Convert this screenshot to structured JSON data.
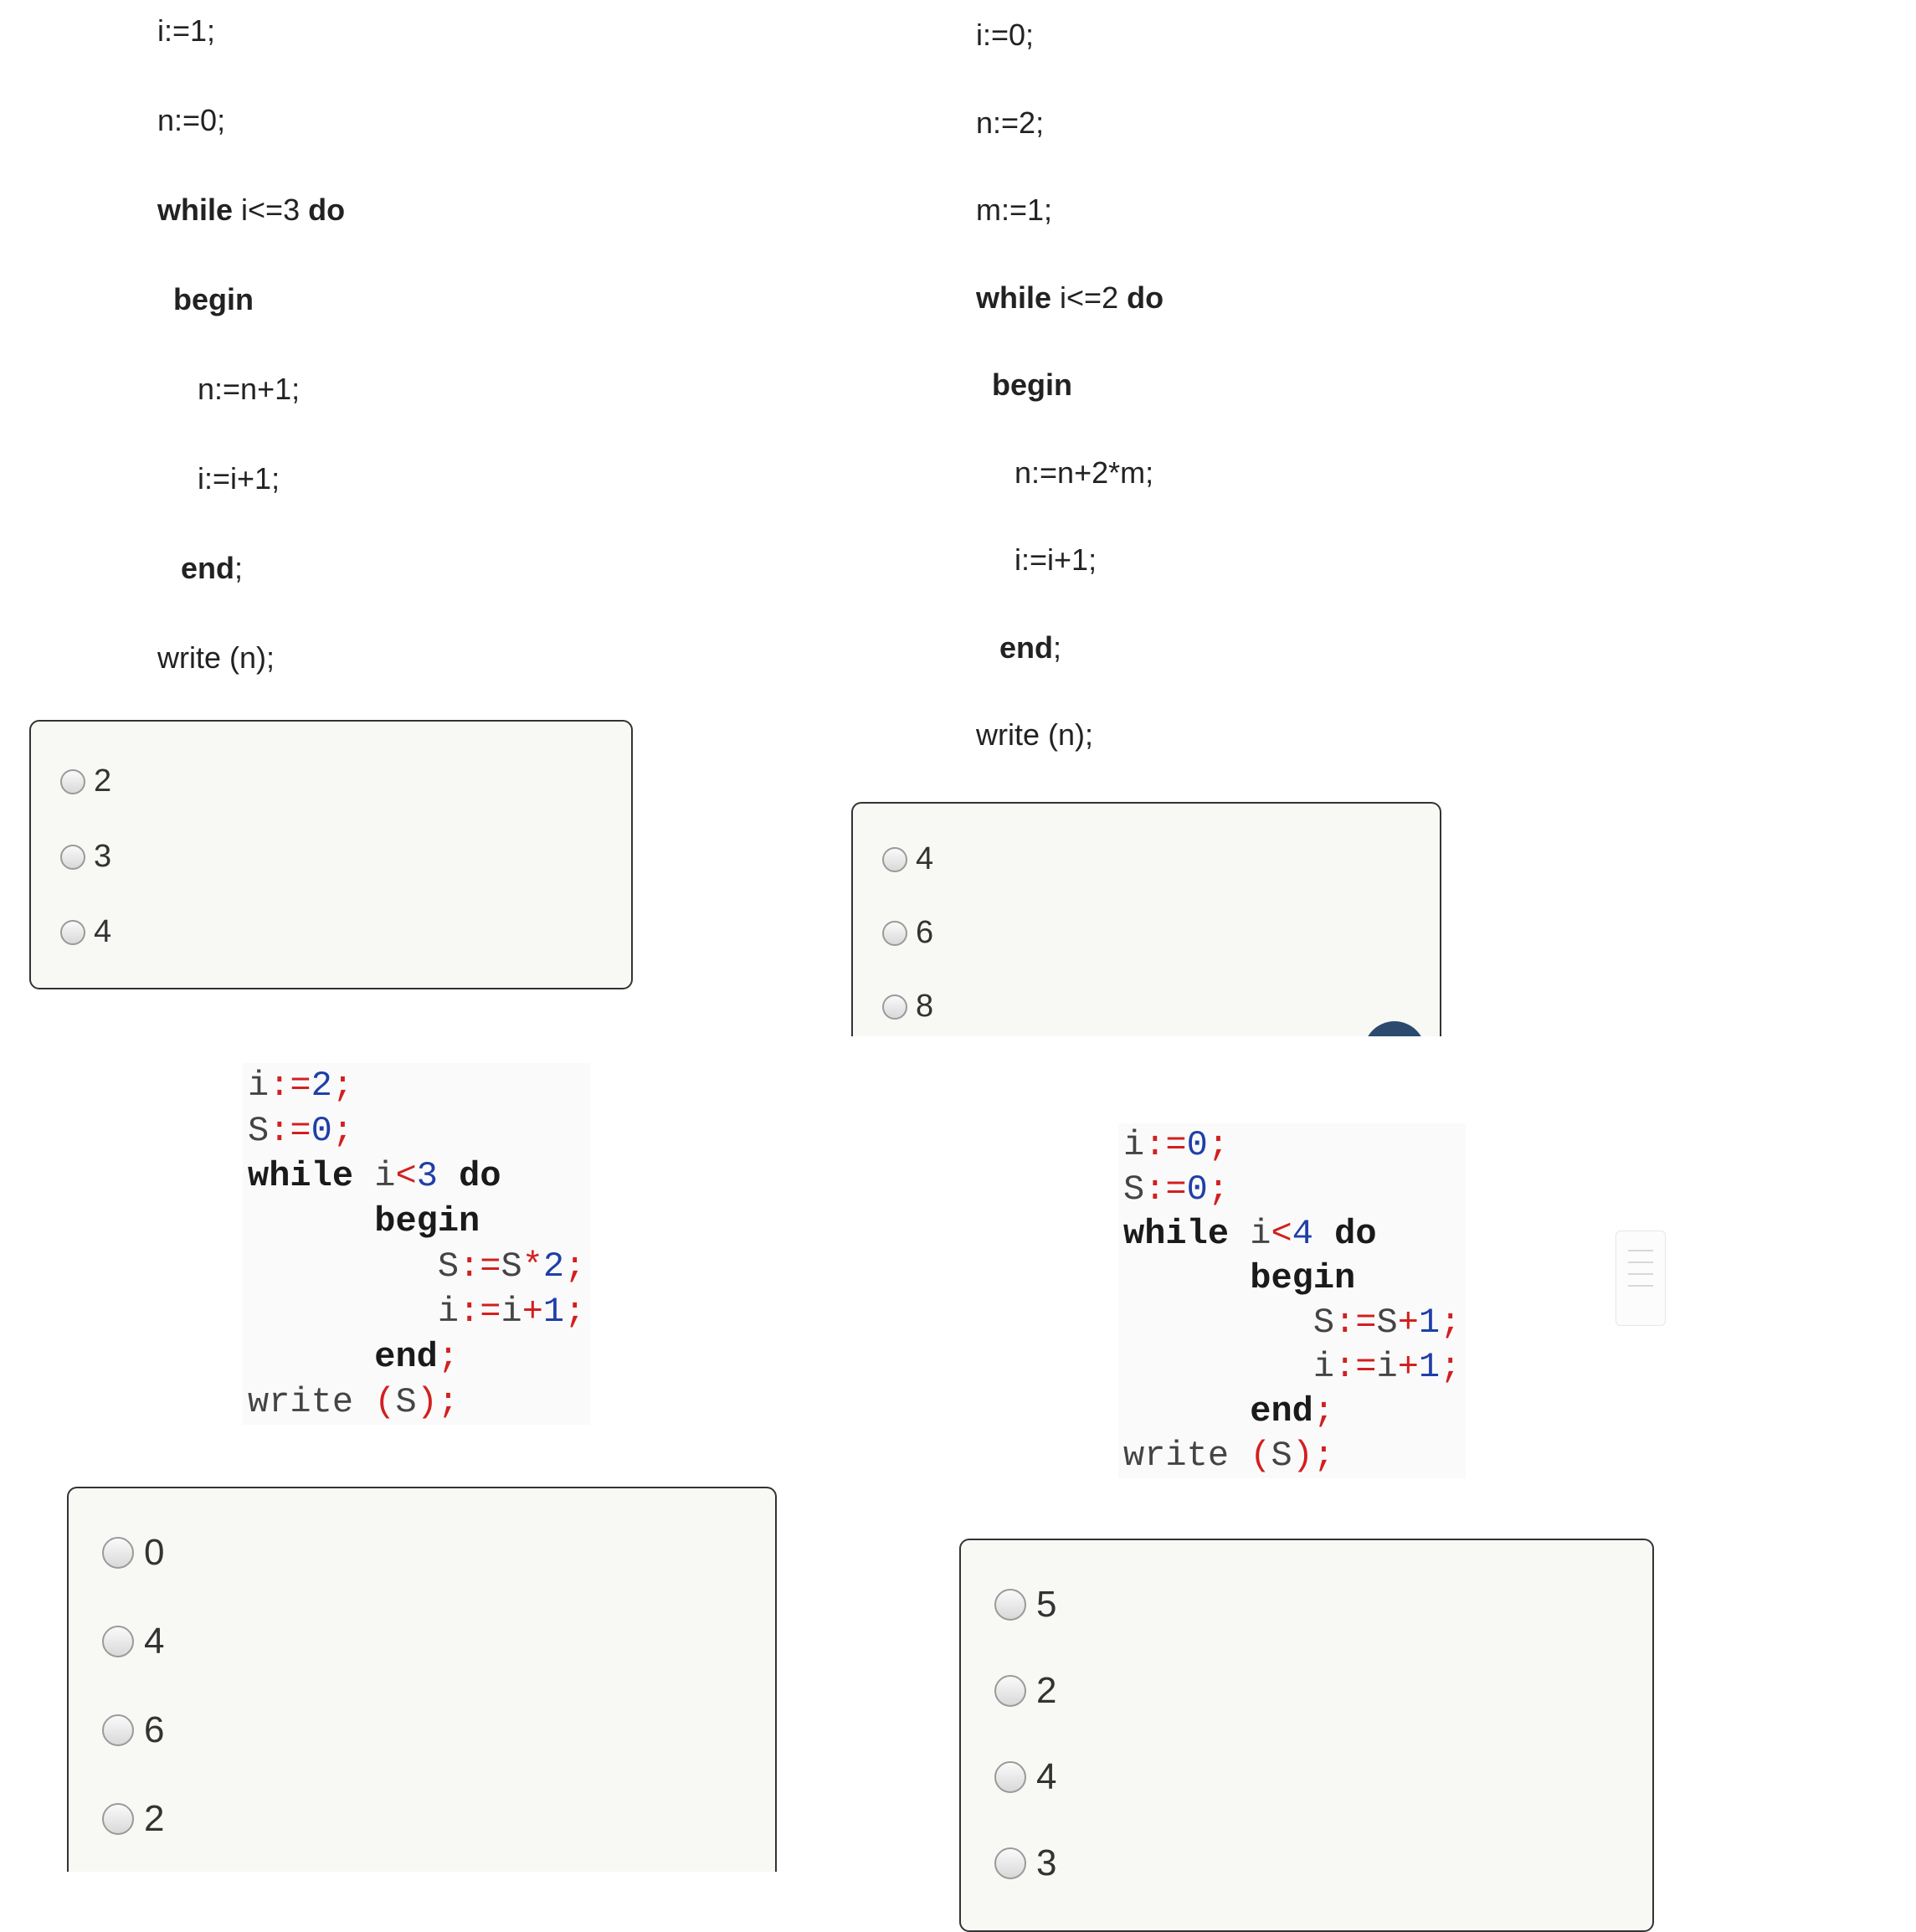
{
  "q1": {
    "code": [
      {
        "pre": "i:=1;"
      },
      {
        "pre": "n:=0;"
      },
      {
        "kw1": "while",
        "mid": " i<=3 ",
        "kw2": "do"
      },
      {
        "kw1": "begin"
      },
      {
        "pre": "n:=n+1;"
      },
      {
        "pre": "i:=i+1;"
      },
      {
        "kw1": "end",
        "post": ";"
      },
      {
        "pre": "write (n);"
      }
    ],
    "options": [
      "2",
      "3",
      "4"
    ]
  },
  "q2": {
    "code": [
      {
        "pre": "i:=0;"
      },
      {
        "pre": "n:=2;"
      },
      {
        "pre": "m:=1;"
      },
      {
        "kw1": "while",
        "mid": " i<=2 ",
        "kw2": "do"
      },
      {
        "kw1": "begin"
      },
      {
        "pre": "n:=n+2*m;"
      },
      {
        "pre": "i:=i+1;"
      },
      {
        "kw1": "end",
        "post": ";"
      },
      {
        "pre": "write (n);"
      }
    ],
    "options": [
      "4",
      "6",
      "8"
    ]
  },
  "q3": {
    "code": [
      "i:=2;",
      "S:=0;",
      "while i<3 do",
      "begin",
      "S:=S*2;",
      "i:=i+1;",
      "end;",
      "write (S);"
    ],
    "options": [
      "0",
      "4",
      "6",
      "2"
    ]
  },
  "q4": {
    "code": [
      "i:=0;",
      "S:=0;",
      "while i<4 do",
      "begin",
      "S:=S+1;",
      "i:=i+1;",
      "end;",
      "write (S);"
    ],
    "options": [
      "5",
      "2",
      "4",
      "3"
    ]
  },
  "colors": {
    "keyword": "#1a1a1a",
    "operator": "#d21f1f",
    "number": "#1f3fa8",
    "identifier": "#444444",
    "box_bg": "#f8f9f4"
  }
}
